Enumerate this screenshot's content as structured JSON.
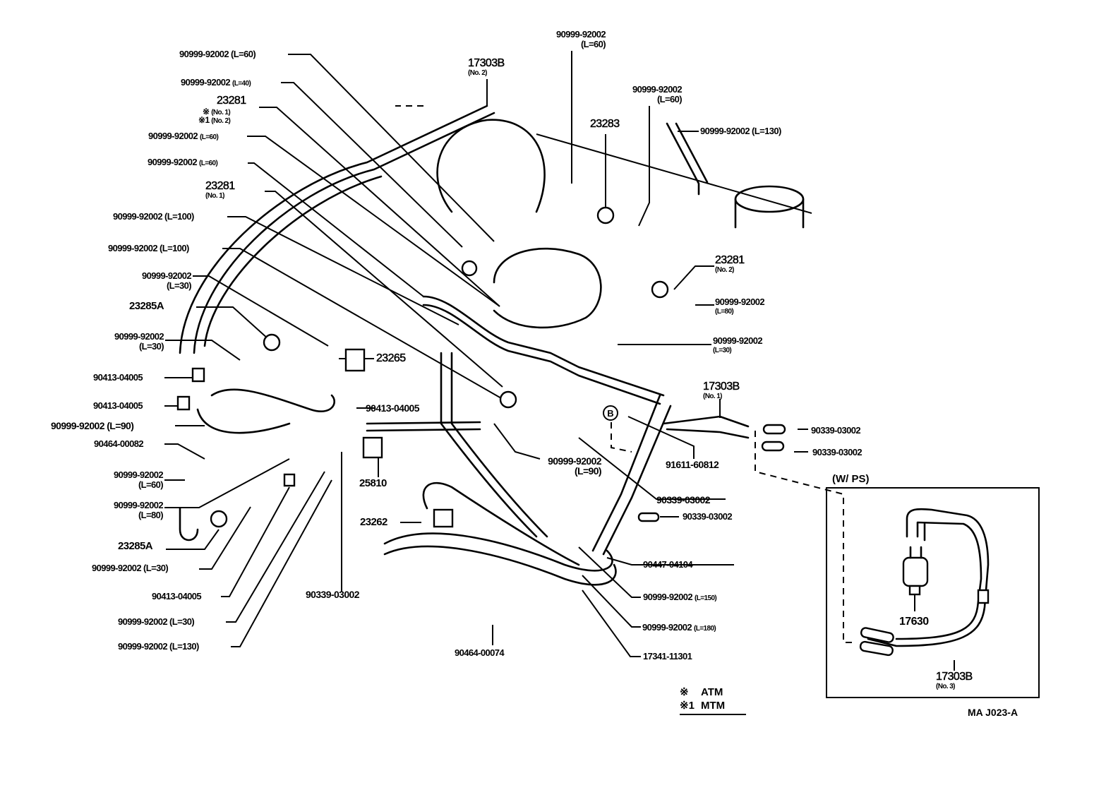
{
  "diagram": {
    "type": "parts-diagram",
    "drawing_code": "MA J023-A",
    "legend": {
      "items": [
        {
          "symbol": "※",
          "meaning": "ATM"
        },
        {
          "symbol": "※1",
          "meaning": "MTM"
        }
      ]
    },
    "inset": {
      "title": "(W/ PS)",
      "labels": [
        {
          "part": "17630",
          "note": ""
        },
        {
          "part": "17303B",
          "note": "(No. 3)"
        }
      ]
    },
    "labels": {
      "l01": {
        "part": "90999-92002",
        "note": "(L=60)"
      },
      "l02": {
        "part": "90999-92002",
        "note": "(L=40)"
      },
      "l03": {
        "part": "23281",
        "note1": "(No. 1)",
        "note2": "(No. 2)",
        "mark1": "※",
        "mark2": "※1"
      },
      "l04": {
        "part": "90999-92002",
        "note": "(L=60)"
      },
      "l05": {
        "part": "90999-92002",
        "note": "(L=60)"
      },
      "l06": {
        "part": "23281",
        "note": "(No. 1)"
      },
      "l07": {
        "part": "90999-92002",
        "note": "(L=100)"
      },
      "l08": {
        "part": "90999-92002",
        "note": "(L=100)"
      },
      "l09": {
        "part": "90999-92002",
        "note": "(L=30)"
      },
      "l10": {
        "part": "23285A",
        "note": ""
      },
      "l11": {
        "part": "90999-92002",
        "note": "(L=30)"
      },
      "l12": {
        "part": "90413-04005",
        "note": ""
      },
      "l13": {
        "part": "90413-04005",
        "note": ""
      },
      "l14": {
        "part": "90999-92002",
        "note": "(L=90)"
      },
      "l15": {
        "part": "90464-00082",
        "note": ""
      },
      "l16": {
        "part": "90999-92002",
        "note": "(L=60)"
      },
      "l17": {
        "part": "90999-92002",
        "note": "(L=80)"
      },
      "l18": {
        "part": "23285A",
        "note": ""
      },
      "l19": {
        "part": "90999-92002",
        "note": "(L=30)"
      },
      "l20": {
        "part": "90413-04005",
        "note": ""
      },
      "l21": {
        "part": "90999-92002",
        "note": "(L=30)"
      },
      "l22": {
        "part": "90999-92002",
        "note": "(L=130)"
      },
      "l23": {
        "part": "90339-03002",
        "note": ""
      },
      "l24": {
        "part": "17303B",
        "note": "(No. 2)"
      },
      "l25": {
        "part": "90999-92002",
        "note": "(L=60)"
      },
      "l26": {
        "part": "23283",
        "note": ""
      },
      "l27": {
        "part": "90999-92002",
        "note": "(L=60)"
      },
      "l28": {
        "part": "90999-92002",
        "note": "(L=130)"
      },
      "l29": {
        "part": "23281",
        "note": "(No. 2)"
      },
      "l30": {
        "part": "90999-92002",
        "note": "(L=80)"
      },
      "l31": {
        "part": "90999-92002",
        "note": "(L=30)"
      },
      "l32": {
        "part": "23265",
        "note": ""
      },
      "l33": {
        "part": "90413-04005",
        "note": ""
      },
      "l34": {
        "part": "25810",
        "note": ""
      },
      "l35": {
        "part": "23262",
        "note": ""
      },
      "l36": {
        "part": "90999-92002",
        "note": "(L=90)"
      },
      "l37": {
        "part": "17303B",
        "note": "(No. 1)"
      },
      "l38": {
        "part": "90339-03002",
        "note": ""
      },
      "l39": {
        "part": "90339-03002",
        "note": ""
      },
      "l40": {
        "part": "91611-60812",
        "note": ""
      },
      "l41": {
        "part": "90339-03002",
        "note": ""
      },
      "l42": {
        "part": "90339-03002",
        "note": ""
      },
      "l43": {
        "part": "90447-04104",
        "note": ""
      },
      "l44": {
        "part": "90999-92002",
        "note": "(L=150)"
      },
      "l45": {
        "part": "90999-92002",
        "note": "(L=180)"
      },
      "l46": {
        "part": "17341-11301",
        "note": ""
      },
      "l47": {
        "part": "90464-00074",
        "note": ""
      }
    },
    "reference_mark": "B"
  }
}
